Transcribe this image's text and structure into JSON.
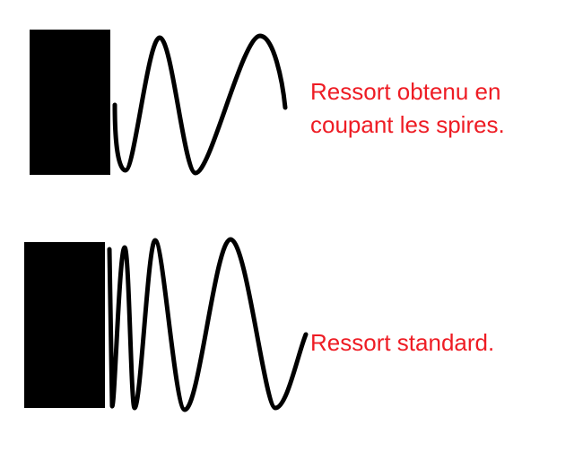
{
  "colors": {
    "label": "#ee1c24",
    "drawing": "#000000"
  },
  "cut_spring": {
    "label_line1": "Ressort obtenu en",
    "label_line2": "coupant les spires."
  },
  "standard_spring": {
    "label": "Ressort standard."
  }
}
